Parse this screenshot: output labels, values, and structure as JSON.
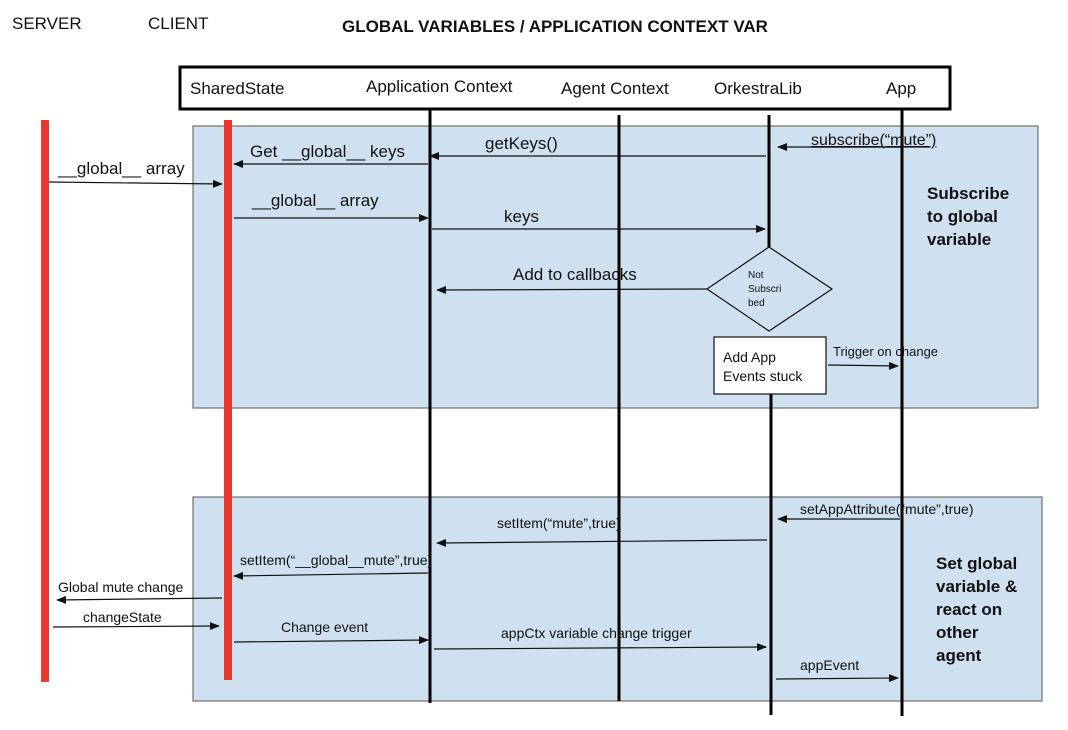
{
  "header": {
    "server": "SERVER",
    "client": "CLIENT",
    "title": "GLOBAL VARIABLES / APPLICATION CONTEXT VAR"
  },
  "participants": {
    "shared_state": "SharedState",
    "app_context": "Application Context",
    "agent_context": "Agent Context",
    "orkestra": "OrkestraLib",
    "app": "App"
  },
  "section_subscribe": {
    "title_lines": [
      "Subscribe",
      "to global",
      "variable"
    ],
    "messages": {
      "subscribe": "subscribe(“mute”)",
      "get_keys_call": "getKeys()",
      "get_global_keys": "Get __global__ keys",
      "global_array_server": "__global__ array",
      "global_array_client": "__global__ array",
      "keys": "keys",
      "add_callbacks": "Add to callbacks",
      "trigger_on_change": "Trigger on change"
    },
    "decision_lines": [
      "Not",
      "Subscri",
      "bed"
    ],
    "process_lines": [
      "Add App",
      "Events stuck"
    ]
  },
  "section_set": {
    "title_lines": [
      "Set global",
      "variable &",
      "react on",
      "other",
      "agent"
    ],
    "messages": {
      "set_app_attribute": "setAppAttribute(“mute”,true)",
      "set_item_mute": "setItem(“mute”,true)",
      "set_item_global": "setItem(“__global__mute”,true)",
      "global_mute_change": "Global mute change",
      "change_state": "changeState",
      "change_event": "Change event",
      "appctx_trigger": "appCtx variable change trigger",
      "app_event": "appEvent"
    }
  }
}
